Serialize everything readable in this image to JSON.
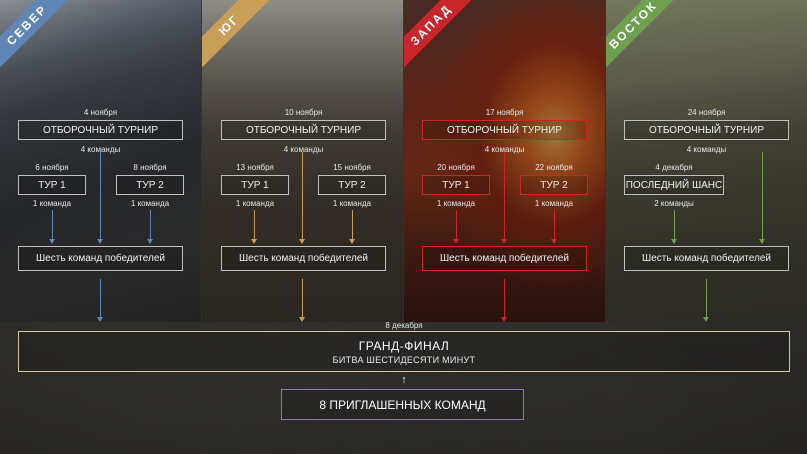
{
  "colors": {
    "north": "#5f86b8",
    "south": "#c89e58",
    "west": "#c8262a",
    "east": "#6fa050",
    "final_border": "#d8c79a",
    "invite_border": "#8a7ab0"
  },
  "columns": {
    "north": {
      "name": "СЕВЕР",
      "qualifier": {
        "date": "4 ноября",
        "label": "ОТБОРОЧНЫЙ ТУРНИР",
        "teams": "4 команды"
      },
      "left": {
        "date": "6 ноября",
        "label": "ТУР 1",
        "teams": "1 команда"
      },
      "right": {
        "date": "8 ноября",
        "label": "ТУР 2",
        "teams": "1 команда"
      },
      "winners": "Шесть команд победителей"
    },
    "south": {
      "name": "ЮГ",
      "qualifier": {
        "date": "10 ноября",
        "label": "ОТБОРОЧНЫЙ ТУРНИР",
        "teams": "4 команды"
      },
      "left": {
        "date": "13 ноября",
        "label": "ТУР 1",
        "teams": "1 команда"
      },
      "right": {
        "date": "15 ноября",
        "label": "ТУР 2",
        "teams": "1 команда"
      },
      "winners": "Шесть команд победителей"
    },
    "west": {
      "name": "ЗАПАД",
      "qualifier": {
        "date": "17 ноября",
        "label": "ОТБОРОЧНЫЙ ТУРНИР",
        "teams": "4 команды"
      },
      "left": {
        "date": "20 ноября",
        "label": "ТУР 1",
        "teams": "1 команда"
      },
      "right": {
        "date": "22 ноября",
        "label": "ТУР 2",
        "teams": "1 команда"
      },
      "winners": "Шесть команд победителей"
    },
    "east": {
      "name": "ВОСТОК",
      "qualifier": {
        "date": "24 ноября",
        "label": "ОТБОРОЧНЫЙ ТУРНИР",
        "teams": "4 команды"
      },
      "left": {
        "date": "4 декабря",
        "label": "ПОСЛЕДНИЙ ШАНС",
        "teams": "2 команды"
      },
      "winners": "Шесть команд победителей"
    }
  },
  "final": {
    "date": "8 декабря",
    "title": "ГРАНД-ФИНАЛ",
    "subtitle": "БИТВА ШЕСТИДЕСЯТИ МИНУТ"
  },
  "invited": {
    "label": "8 ПРИГЛАШЕННЫХ КОМАНД",
    "arrow": "↑"
  }
}
